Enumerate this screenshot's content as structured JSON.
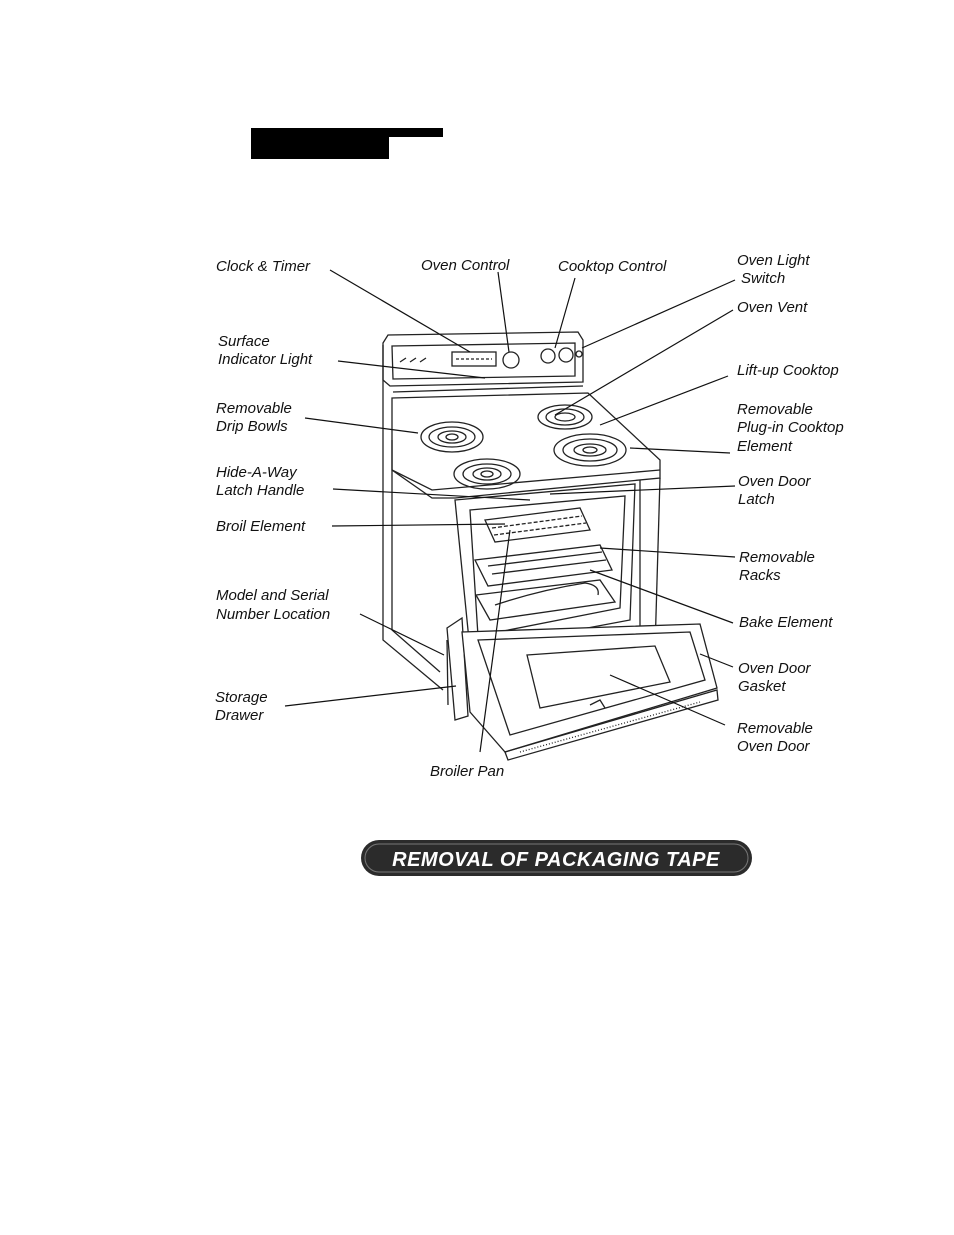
{
  "labels": {
    "clock_timer": "Clock & Timer",
    "oven_control": "Oven Control",
    "cooktop_control": "Cooktop Control",
    "oven_light_switch": [
      "Oven Light",
      "Switch"
    ],
    "oven_vent": "Oven Vent",
    "surface_indicator_light": [
      "Surface",
      "Indicator Light"
    ],
    "lift_up_cooktop": "Lift-up Cooktop",
    "removable_drip_bowls": [
      "Removable",
      "Drip Bowls"
    ],
    "removable_plug_in_element": [
      "Removable",
      "Plug-in Cooktop",
      "Element"
    ],
    "hide_a_way_latch_handle": [
      "Hide-A-Way",
      "Latch Handle"
    ],
    "oven_door_latch": [
      "Oven Door",
      "Latch"
    ],
    "broil_element": "Broil Element",
    "removable_racks": [
      "Removable",
      "Racks"
    ],
    "model_serial_location": [
      "Model and Serial",
      "Number Location"
    ],
    "bake_element": "Bake Element",
    "oven_door_gasket": [
      "Oven Door",
      "Gasket"
    ],
    "storage_drawer": [
      "Storage",
      "Drawer"
    ],
    "removable_oven_door": [
      "Removable",
      "Oven Door"
    ],
    "broiler_pan": "Broiler Pan"
  },
  "banner": {
    "text": "REMOVAL OF PACKAGING TAPE",
    "color": "#2b2b2b"
  },
  "header_bar_color": "#000000"
}
